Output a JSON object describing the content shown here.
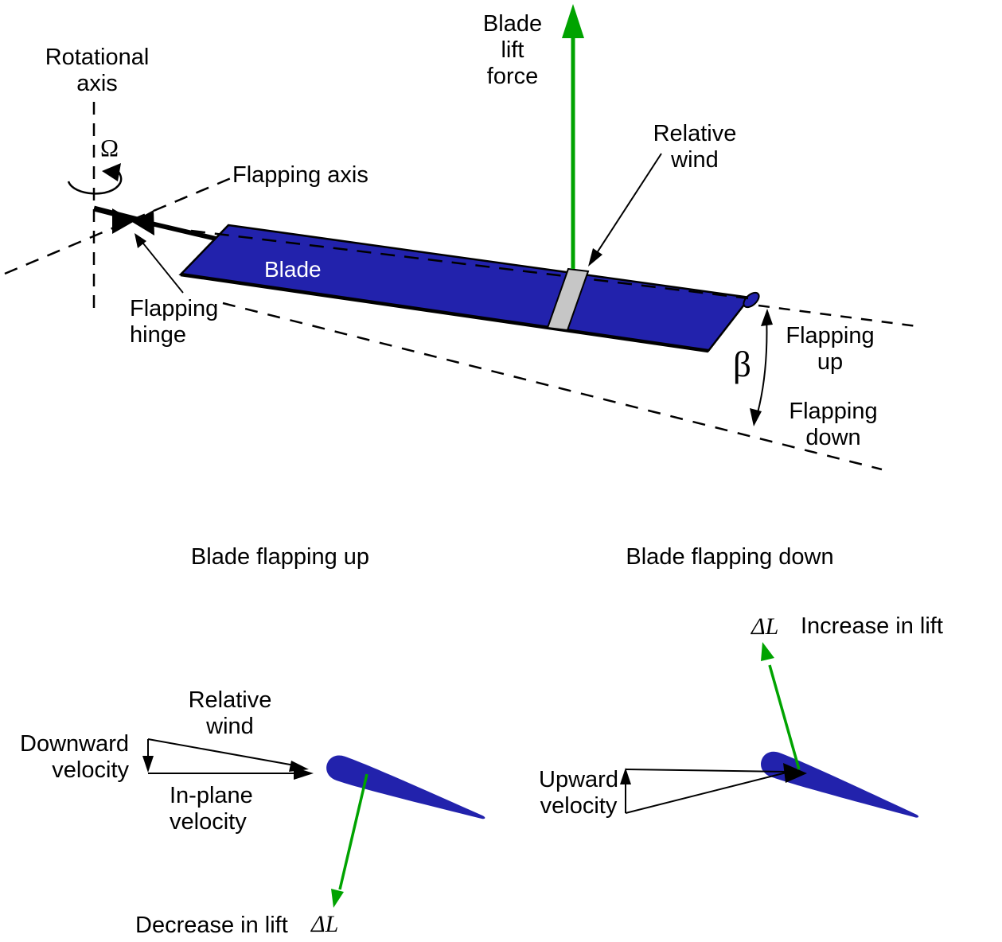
{
  "figure": {
    "description": "Helicopter rotor blade flapping diagram"
  },
  "colors": {
    "blade_blue": "#2222AC",
    "lift_green": "#00A300",
    "chord_gray": "#C6C6C6",
    "line_black": "#000000"
  },
  "top_diagram": {
    "rotational_axis_label": [
      "Rotational",
      "axis"
    ],
    "omega_symbol": "Ω",
    "flapping_axis_label": "Flapping axis",
    "flapping_hinge_label": [
      "Flapping",
      "hinge"
    ],
    "blade_label": "Blade",
    "blade_lift_force_label": [
      "Blade",
      "lift",
      "force"
    ],
    "relative_wind_label": [
      "Relative",
      "wind"
    ],
    "beta_symbol": "β",
    "flapping_up_label": [
      "Flapping",
      "up"
    ],
    "flapping_down_label": [
      "Flapping",
      "down"
    ]
  },
  "flapping_up_diagram": {
    "title": "Blade flapping up",
    "relative_wind_label": [
      "Relative",
      "wind"
    ],
    "downward_velocity_label": [
      "Downward",
      "velocity"
    ],
    "in_plane_velocity_label": [
      "In-plane",
      "velocity"
    ],
    "decrease_in_lift_label": "Decrease in lift",
    "delta_l_symbol": "ΔL"
  },
  "flapping_down_diagram": {
    "title": "Blade flapping down",
    "delta_l_symbol": "ΔL",
    "increase_in_lift_label": "Increase in lift",
    "upward_velocity_label": [
      "Upward",
      "velocity"
    ]
  }
}
